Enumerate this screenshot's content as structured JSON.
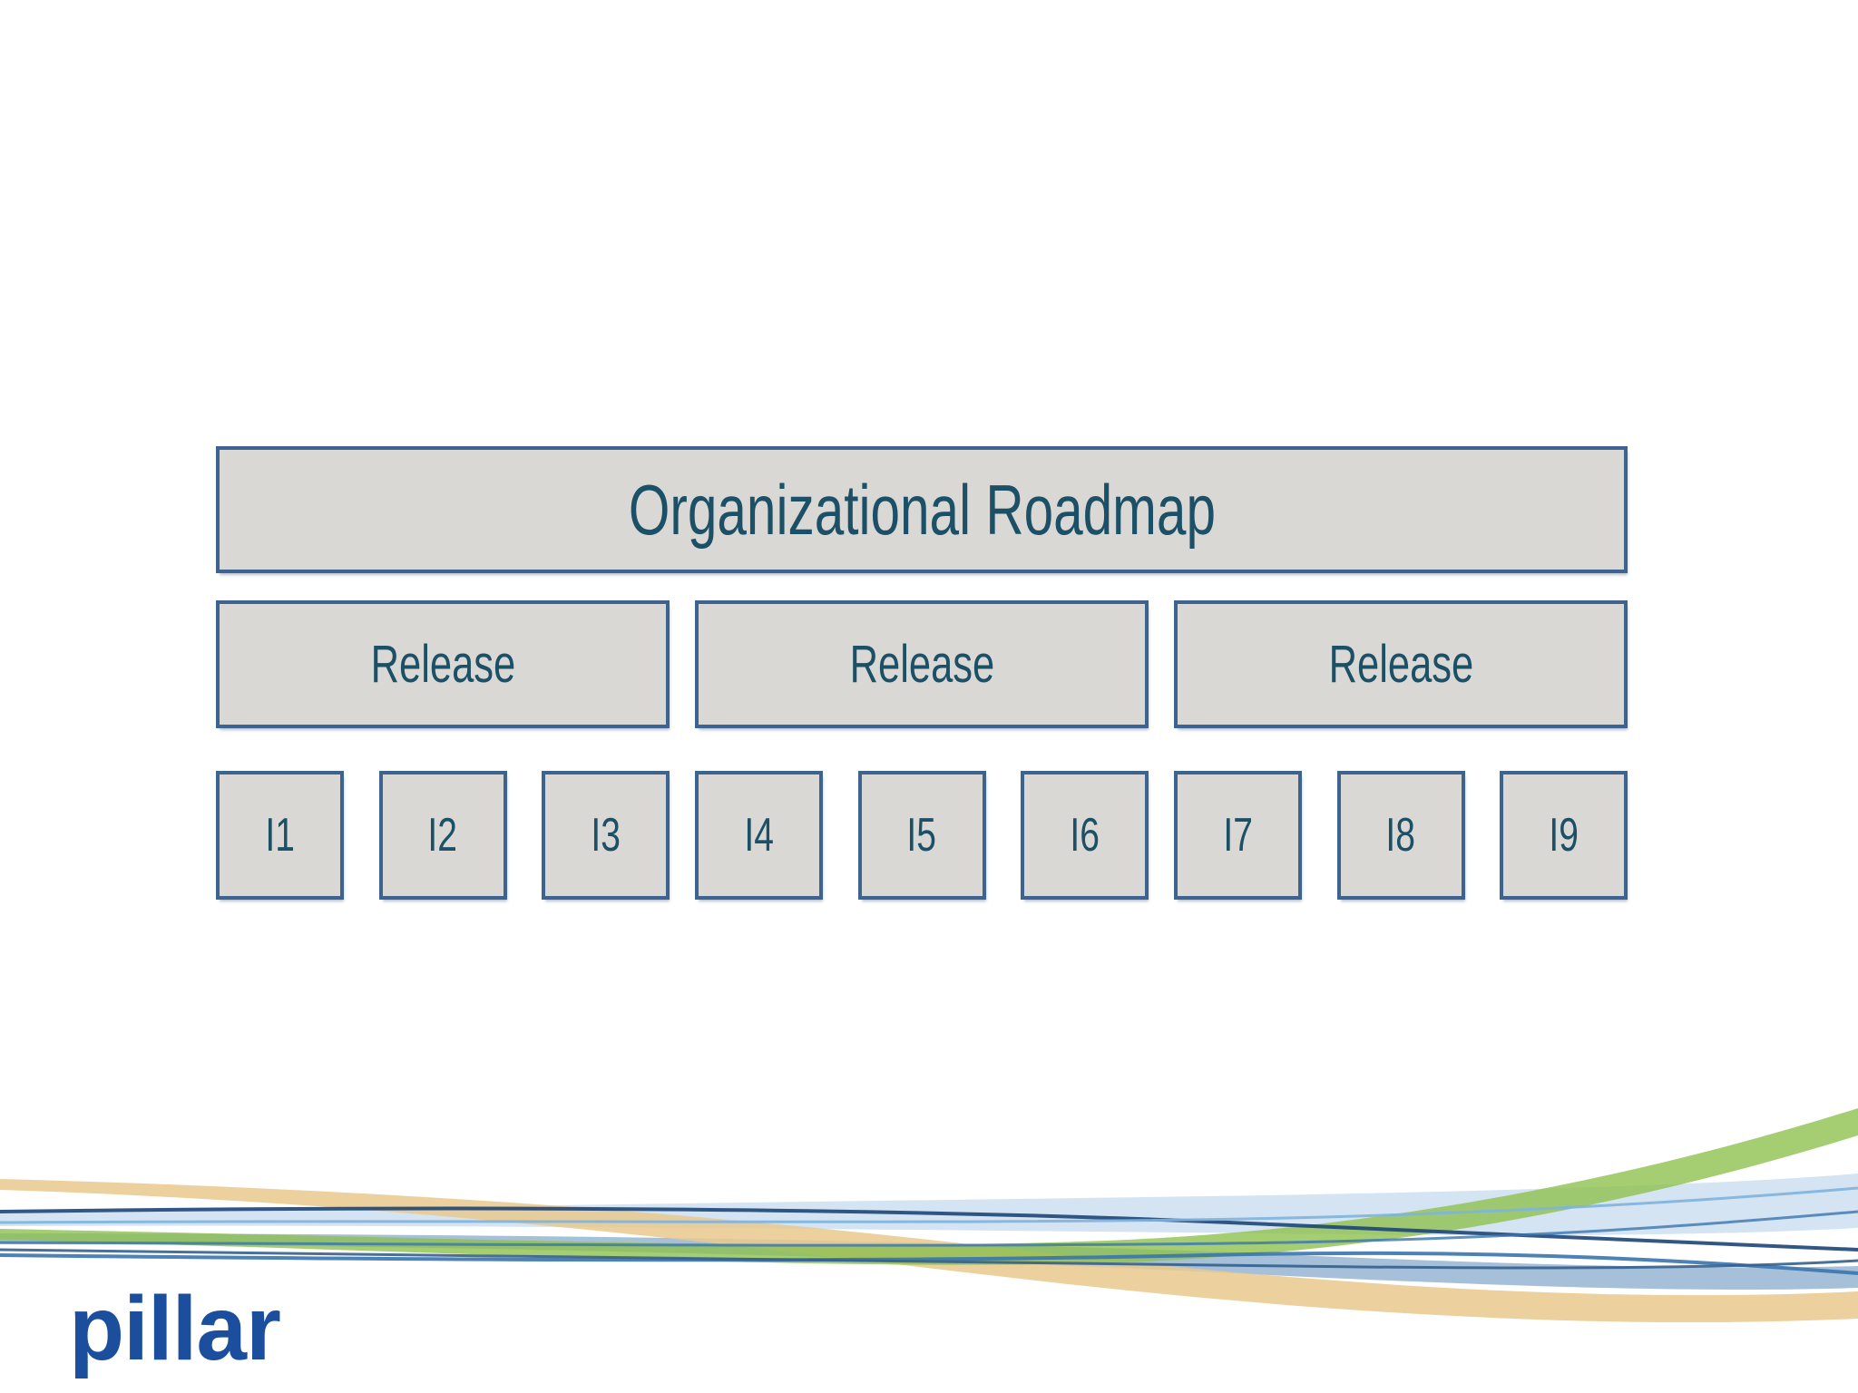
{
  "slide": {
    "title_box": "Organizational Roadmap",
    "releases": [
      {
        "label": "Release",
        "iterations": [
          "I1",
          "I2",
          "I3"
        ]
      },
      {
        "label": "Release",
        "iterations": [
          "I4",
          "I5",
          "I6"
        ]
      },
      {
        "label": "Release",
        "iterations": [
          "I7",
          "I8",
          "I9"
        ]
      }
    ],
    "logo_text": "pillar",
    "colors": {
      "box_fill": "#d9d8d5",
      "box_border": "#3d6491",
      "box_text": "#1c5066",
      "logo_blue": "#1b4f9e",
      "swoosh_navy": "#1d4577",
      "swoosh_navy2": "#35618e",
      "swoosh_steel_blue": "#3a74ae",
      "swoosh_light_blue": "#7fb2dd",
      "swoosh_pale_blue": "#a9c9e6",
      "swoosh_green": "#8fc14f",
      "swoosh_tan": "#e9c98e"
    }
  }
}
